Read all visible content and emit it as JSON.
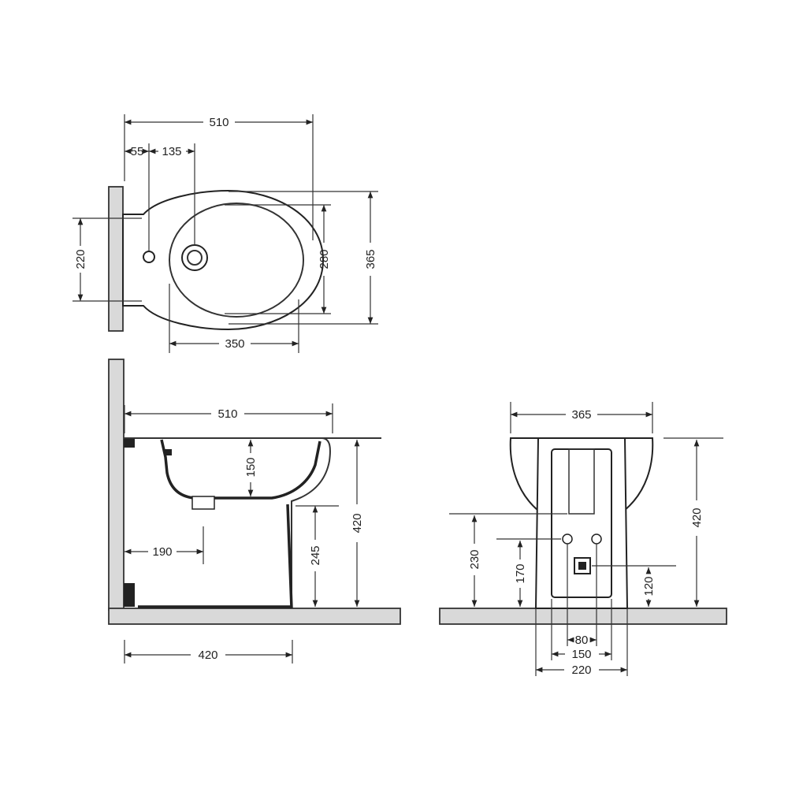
{
  "colors": {
    "ink": "#222222",
    "wall_fill": "#d9d9d9",
    "background": "#ffffff"
  },
  "top_view": {
    "overall_length": "510",
    "wall_to_tap": "55",
    "tap_to_drain": "135",
    "bowl_length": "350",
    "fixing_spacing": "220",
    "bowl_width": "280",
    "overall_width": "365"
  },
  "side_view": {
    "overall_length": "510",
    "bowl_depth": "150",
    "overall_height": "420",
    "inlet_height": "245",
    "wall_to_drain": "190",
    "base_length": "420"
  },
  "front_view": {
    "overall_width": "365",
    "overall_height": "420",
    "supply_height": "230",
    "tap_height": "170",
    "outlet_height": "120",
    "tap_spacing": "80",
    "base_inner_width": "150",
    "base_width": "220"
  }
}
